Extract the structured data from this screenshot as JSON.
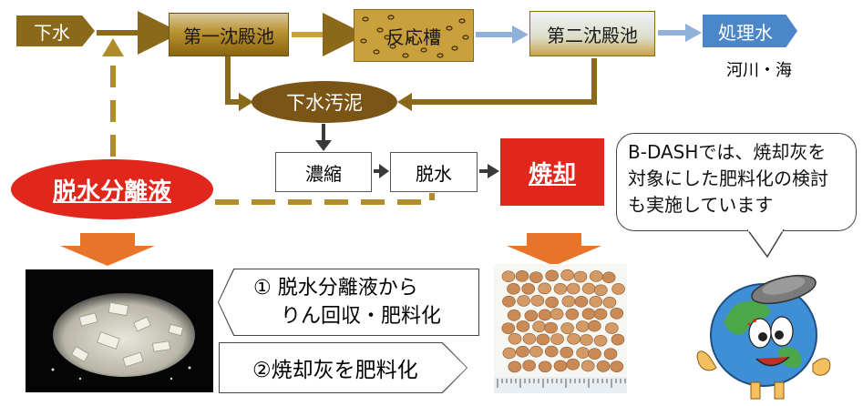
{
  "flow": {
    "influent": "下水",
    "primary_tank": "第一沈殿池",
    "reaction_tank": "反応槽",
    "secondary_tank": "第二沈殿池",
    "treated_water": "処理水",
    "discharge": "河川・海",
    "sludge": "下水汚泥",
    "thickening": "濃縮",
    "dewatering": "脱水",
    "incineration": "焼却",
    "separated_liquid": "脱水分離液"
  },
  "callouts": {
    "recovery_line1": "①  脱水分離液から",
    "recovery_line2": "りん回収・肥料化",
    "ash": "②焼却灰を肥料化"
  },
  "bubble": {
    "text": "B-DASHでは、焼却灰を\n対象にした肥料化の検討\nも実施しています"
  },
  "colors": {
    "sludge_brown": "#8a6a1a",
    "water_blue": "#4a86c8",
    "highlight_red": "#e1261c",
    "down_arrow_orange": "#e8742a"
  },
  "icons": {
    "mascot": "globe-mascot",
    "photo_left": "phosphorus-fertilizer-photo",
    "photo_right": "ash-fertilizer-pellets-photo"
  }
}
